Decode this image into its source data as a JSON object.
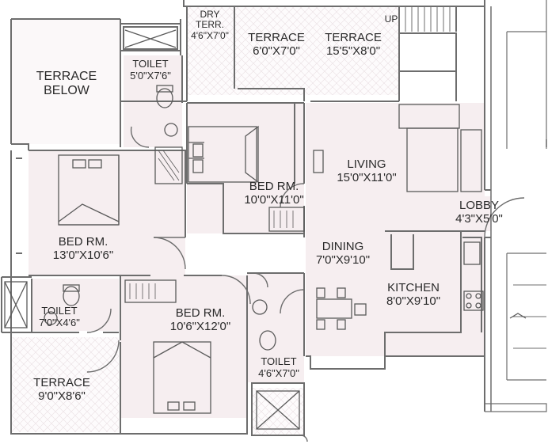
{
  "rooms": {
    "terrace_below": {
      "name": "TERRACE\nBELOW"
    },
    "dry_terrace": {
      "name": "DRY\nTERR.",
      "dims": "4'6\"X7'0\""
    },
    "terrace_top_1": {
      "name": "TERRACE",
      "dims": "6'0\"X7'0\""
    },
    "terrace_top_2": {
      "name": "TERRACE",
      "dims": "15'5\"X8'0\""
    },
    "up": {
      "name": "UP"
    },
    "toilet_top": {
      "name": "TOILET",
      "dims": "5'0\"X7'6\""
    },
    "bed_center": {
      "name": "BED RM.",
      "dims": "10'0\"X11'0\""
    },
    "living": {
      "name": "LIVING",
      "dims": "15'0\"X11'0\""
    },
    "lobby": {
      "name": "LOBBY",
      "dims": "4'3\"X5'0\""
    },
    "bed_left": {
      "name": "BED RM.",
      "dims": "13'0\"X10'6\""
    },
    "dining": {
      "name": "DINING",
      "dims": "7'0\"X9'10\""
    },
    "kitchen": {
      "name": "KITCHEN",
      "dims": "8'0\"X9'10\""
    },
    "toilet_left": {
      "name": "TOILET",
      "dims": "7'0\"X4'6\""
    },
    "bed_bottom": {
      "name": "BED RM.",
      "dims": "10'6\"X12'0\""
    },
    "terrace_bottom": {
      "name": "TERRACE",
      "dims": "9'0\"X8'6\""
    },
    "toilet_bottom": {
      "name": "TOILET",
      "dims": "4'6\"X7'0\""
    }
  },
  "colors": {
    "wall": "#6d6d6d",
    "floor": "#f6eef0",
    "terrace": "#fbf8f9",
    "furniture": "#5a5a5a"
  }
}
